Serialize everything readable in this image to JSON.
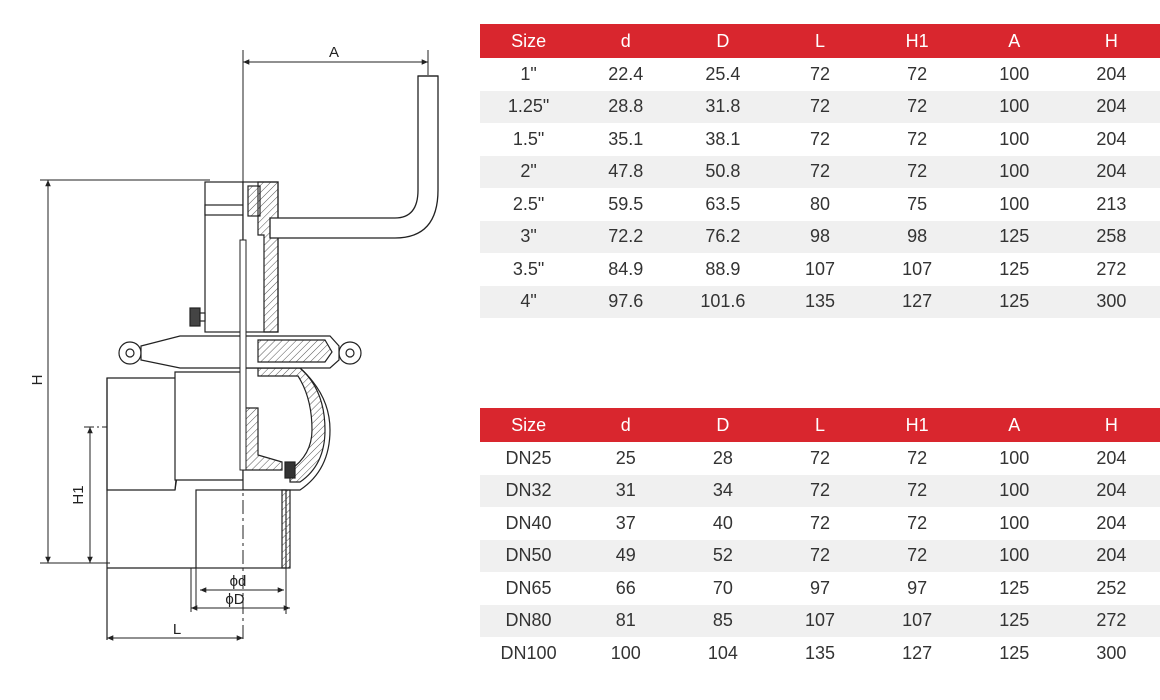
{
  "drawing": {
    "labels": {
      "A": "A",
      "H": "H",
      "H1": "H1",
      "d": "ϕd",
      "D": "ϕD",
      "L": "L"
    }
  },
  "table_inch": {
    "headers": [
      "Size",
      "d",
      "D",
      "L",
      "H1",
      "A",
      "H"
    ],
    "rows": [
      [
        "1\"",
        "22.4",
        "25.4",
        "72",
        "72",
        "100",
        "204"
      ],
      [
        "1.25\"",
        "28.8",
        "31.8",
        "72",
        "72",
        "100",
        "204"
      ],
      [
        "1.5\"",
        "35.1",
        "38.1",
        "72",
        "72",
        "100",
        "204"
      ],
      [
        "2\"",
        "47.8",
        "50.8",
        "72",
        "72",
        "100",
        "204"
      ],
      [
        "2.5\"",
        "59.5",
        "63.5",
        "80",
        "75",
        "100",
        "213"
      ],
      [
        "3\"",
        "72.2",
        "76.2",
        "98",
        "98",
        "125",
        "258"
      ],
      [
        "3.5\"",
        "84.9",
        "88.9",
        "107",
        "107",
        "125",
        "272"
      ],
      [
        "4\"",
        "97.6",
        "101.6",
        "135",
        "127",
        "125",
        "300"
      ]
    ]
  },
  "table_dn": {
    "headers": [
      "Size",
      "d",
      "D",
      "L",
      "H1",
      "A",
      "H"
    ],
    "rows": [
      [
        "DN25",
        "25",
        "28",
        "72",
        "72",
        "100",
        "204"
      ],
      [
        "DN32",
        "31",
        "34",
        "72",
        "72",
        "100",
        "204"
      ],
      [
        "DN40",
        "37",
        "40",
        "72",
        "72",
        "100",
        "204"
      ],
      [
        "DN50",
        "49",
        "52",
        "72",
        "72",
        "100",
        "204"
      ],
      [
        "DN65",
        "66",
        "70",
        "97",
        "97",
        "125",
        "252"
      ],
      [
        "DN80",
        "81",
        "85",
        "107",
        "107",
        "125",
        "272"
      ],
      [
        "DN100",
        "100",
        "104",
        "135",
        "127",
        "125",
        "300"
      ]
    ]
  }
}
